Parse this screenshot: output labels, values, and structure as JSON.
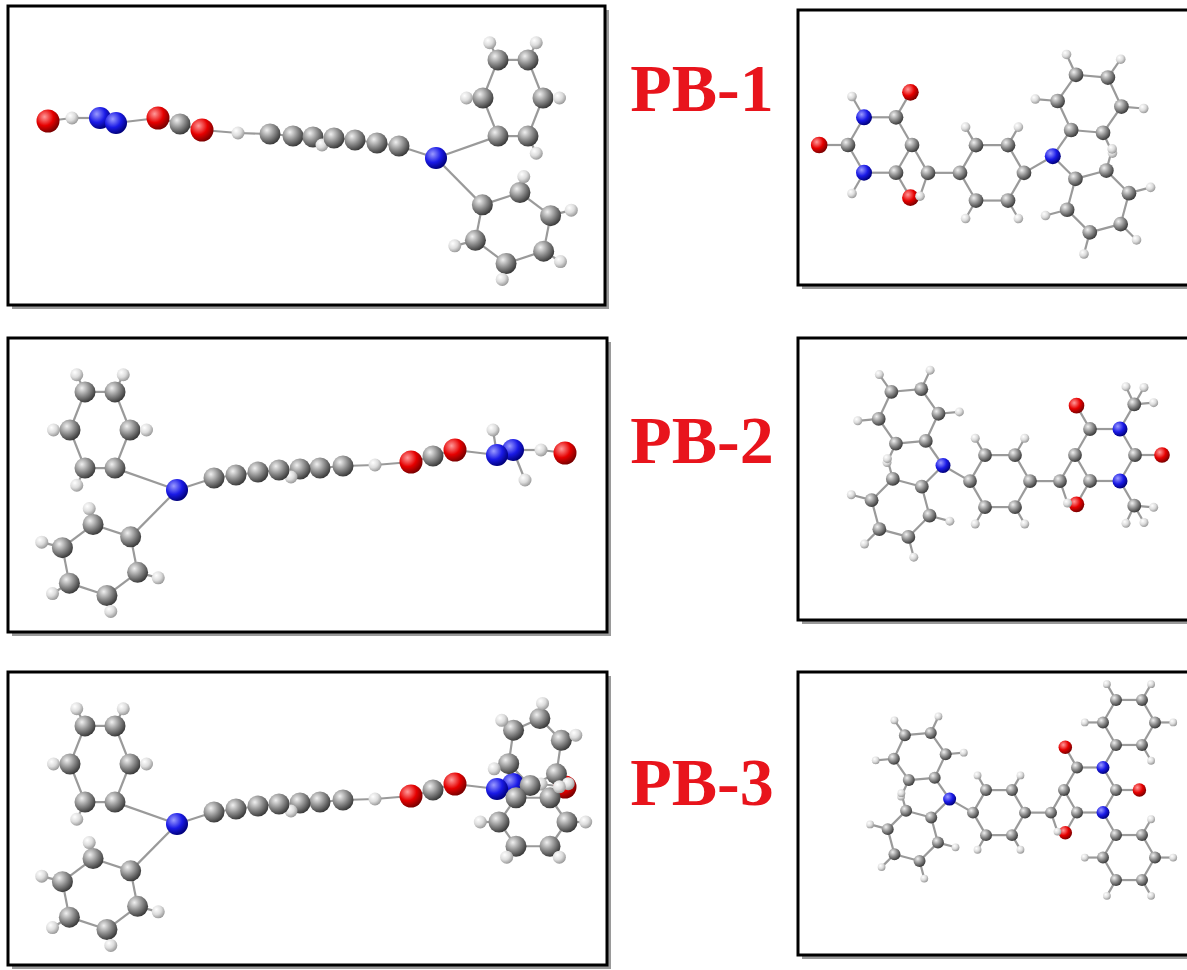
{
  "diagram": {
    "labels": [
      "PB-1",
      "PB-2",
      "PB-3"
    ]
  }
}
